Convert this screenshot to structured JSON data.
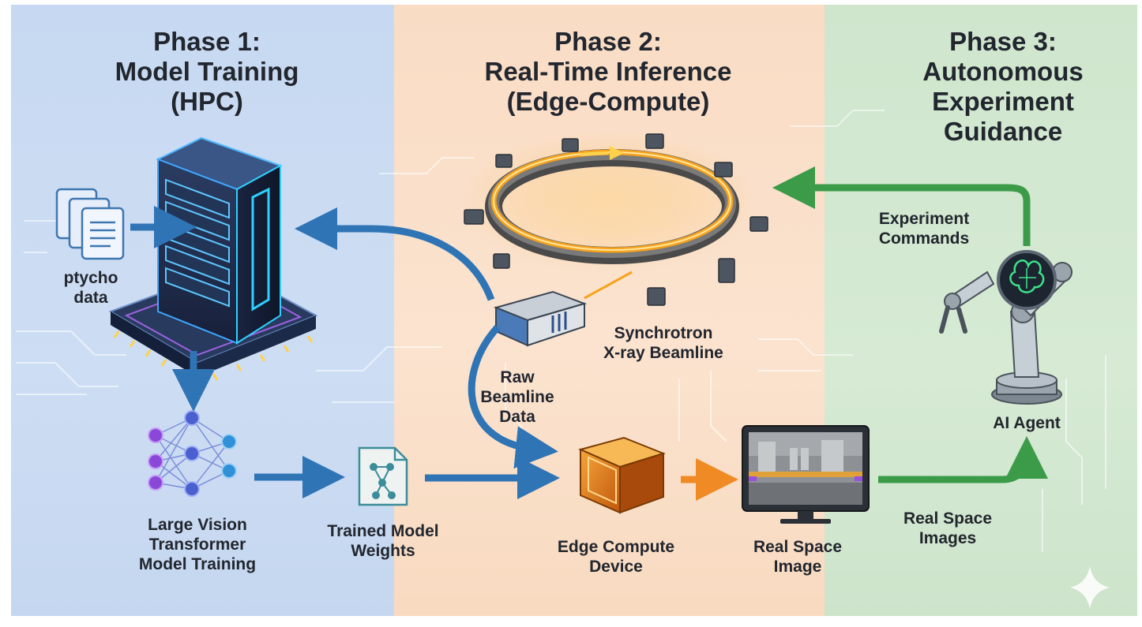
{
  "phases": [
    {
      "title": "Phase 1:\nModel Training\n(HPC)",
      "color": "#c9daf2"
    },
    {
      "title": "Phase 2:\nReal-Time Inference\n(Edge-Compute)",
      "color": "#fadfc8"
    },
    {
      "title": "Phase 3:\nAutonomous\nExperiment Guidance",
      "color": "#d2e8d0"
    }
  ],
  "labels": {
    "ptycho_data": "ptycho\ndata",
    "vit_training": "Large Vision\nTransformer\nModel Training",
    "trained_weights": "Trained Model\nWeights",
    "synchrotron": "Synchrotron\nX-ray Beamline",
    "raw_data": "Raw\nBeamline\nData",
    "edge_device": "Edge Compute\nDevice",
    "real_space_image": "Real Space\nImage",
    "real_space_images": "Real Space\nImages",
    "experiment_commands": "Experiment\nCommands",
    "ai_agent": "AI Agent"
  },
  "colors": {
    "blue_arrow": "#2f74b5",
    "green_arrow": "#3c9b48",
    "orange_arrow": "#f08a24",
    "beam": "#f7a21b",
    "server": "#1e2a44",
    "neon": "#2fd0ff"
  },
  "icons": [
    "document-stack-icon",
    "server-rack-icon",
    "neural-network-icon",
    "model-weights-file-icon",
    "synchrotron-ring-icon",
    "detector-box-icon",
    "edge-compute-cube-icon",
    "monitor-icon",
    "robot-arm-icon",
    "brain-icon",
    "sparkle-icon"
  ]
}
